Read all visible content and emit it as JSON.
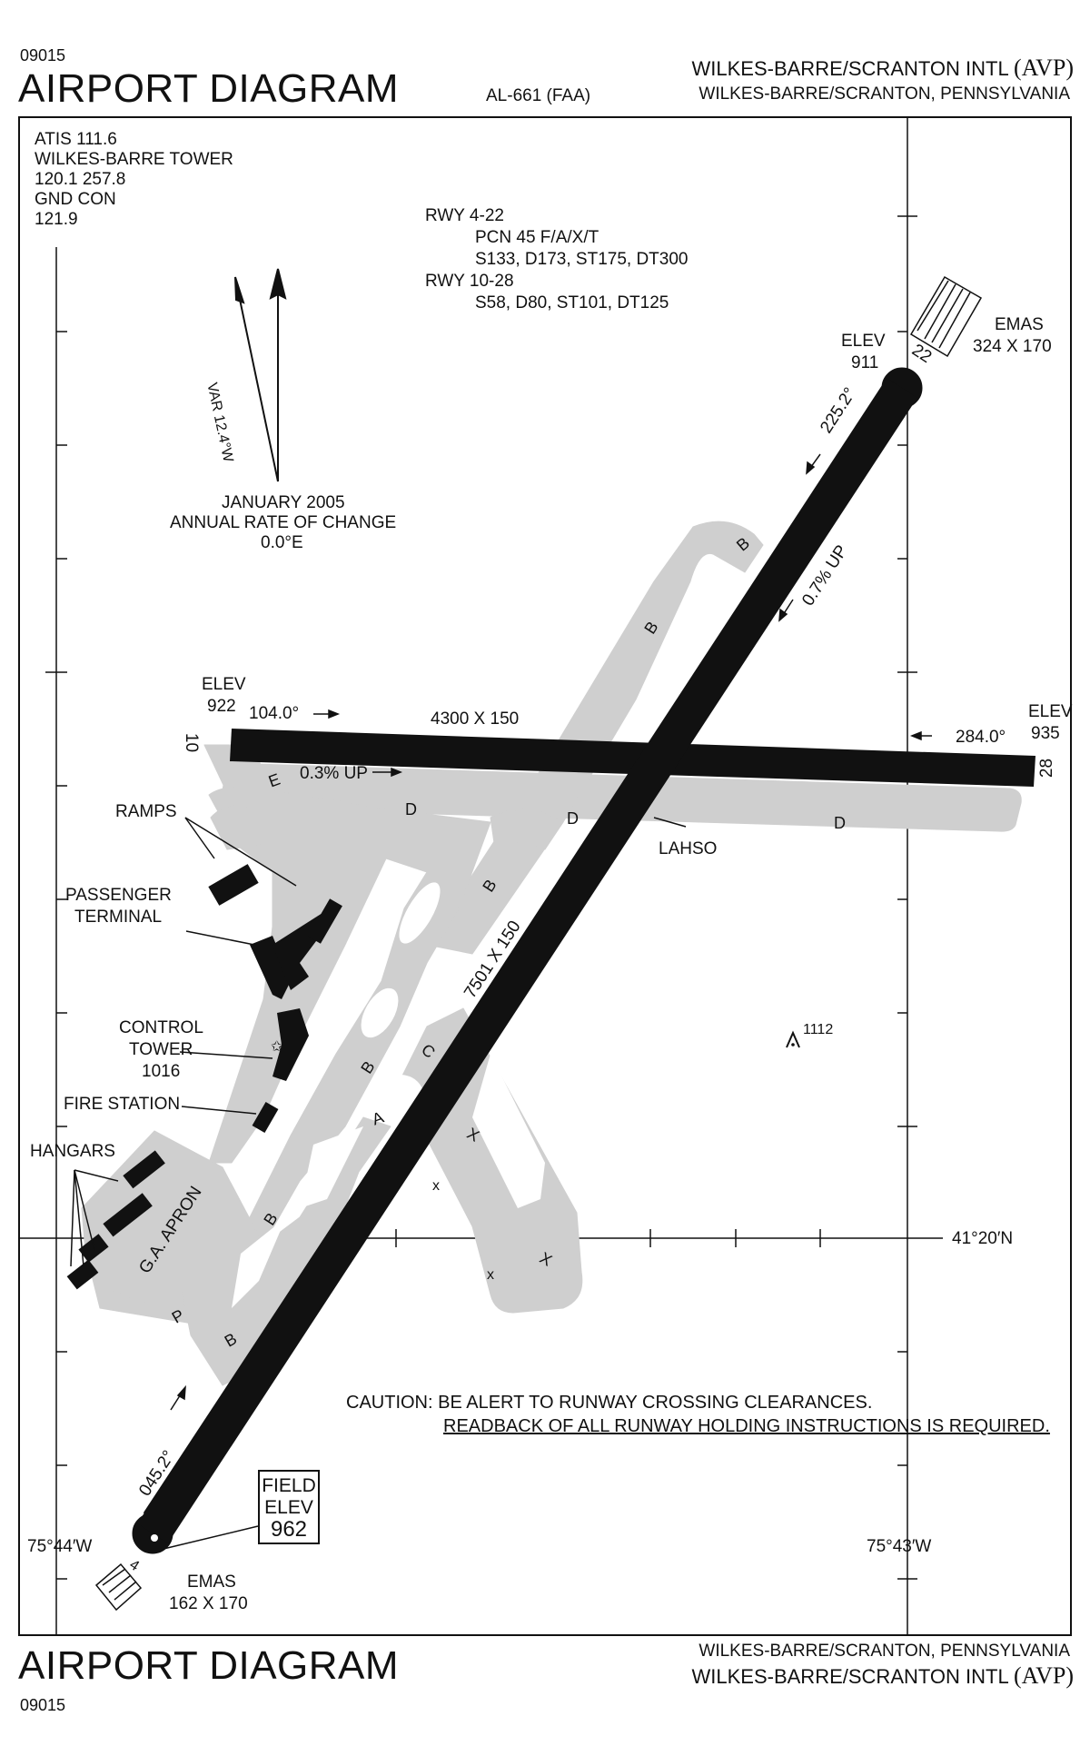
{
  "header": {
    "code": "09015",
    "title": "AIRPORT DIAGRAM",
    "al_number": "AL-661 (FAA)",
    "airport_name": "WILKES-BARRE/SCRANTON INTL",
    "airport_id": "(AVP)",
    "city_state": "WILKES-BARRE/SCRANTON, PENNSYLVANIA"
  },
  "footer": {
    "code": "09015",
    "title": "AIRPORT DIAGRAM",
    "city_state": "WILKES-BARRE/SCRANTON, PENNSYLVANIA",
    "airport_name": "WILKES-BARRE/SCRANTON INTL",
    "airport_id": "(AVP)"
  },
  "frequencies": [
    "ATIS 111.6",
    "WILKES-BARRE TOWER",
    "120.1  257.8",
    "GND CON",
    "121.9"
  ],
  "runway_info": {
    "rwy1": "RWY 4-22",
    "rwy1_pcn": "PCN 45 F/A/X/T",
    "rwy1_weights": "S133, D173, ST175, DT300",
    "rwy2": "RWY 10-28",
    "rwy2_weights": "S58, D80, ST101, DT125"
  },
  "magnetic": {
    "variation": "VAR 12.4°W",
    "date": "JANUARY 2005",
    "rate_label": "ANNUAL RATE OF CHANGE",
    "rate_value": "0.0°E"
  },
  "runways": {
    "r22_end": "22",
    "r22_elev_label": "ELEV",
    "r22_elev": "911",
    "r22_heading": "225.2°",
    "r22_emas": "EMAS",
    "r22_emas_dims": "324 X 170",
    "r4_slope": "0.7% UP",
    "r4_dims": "7501 X 150",
    "r4_end": "4",
    "r4_heading": "045.2°",
    "r4_emas": "EMAS",
    "r4_emas_dims": "162 X 170",
    "r10_end": "10",
    "r10_elev_label": "ELEV",
    "r10_elev": "922",
    "r10_heading": "104.0°",
    "r10_dims": "4300 X 150",
    "r10_slope": "0.3% UP",
    "r28_end": "28",
    "r28_elev_label": "ELEV",
    "r28_elev": "935",
    "r28_heading": "284.0°"
  },
  "field_elev": {
    "label1": "FIELD",
    "label2": "ELEV",
    "value": "962"
  },
  "labels": {
    "ramps": "RAMPS",
    "passenger_terminal_1": "PASSENGER",
    "passenger_terminal_2": "TERMINAL",
    "control_tower_1": "CONTROL",
    "control_tower_2": "TOWER",
    "control_tower_elev": "1016",
    "fire_station": "FIRE STATION",
    "hangars": "HANGARS",
    "ga_apron": "G.A. APRON",
    "lahso": "LAHSO",
    "obstacle_elev": "1112"
  },
  "taxiways": {
    "b": "B",
    "d": "D",
    "e": "E",
    "c": "C",
    "a": "A",
    "x": "X",
    "x_small": "x",
    "p": "P"
  },
  "coordinates": {
    "lat": "41°20′N",
    "lon_west": "75°44′W",
    "lon_east": "75°43′W"
  },
  "caution": {
    "line1": "CAUTION: BE ALERT TO RUNWAY CROSSING CLEARANCES.",
    "line2": "READBACK OF ALL RUNWAY HOLDING INSTRUCTIONS IS REQUIRED."
  },
  "colors": {
    "taxiway": "#cfcfcf",
    "runway": "#111111",
    "lines": "#111111"
  }
}
